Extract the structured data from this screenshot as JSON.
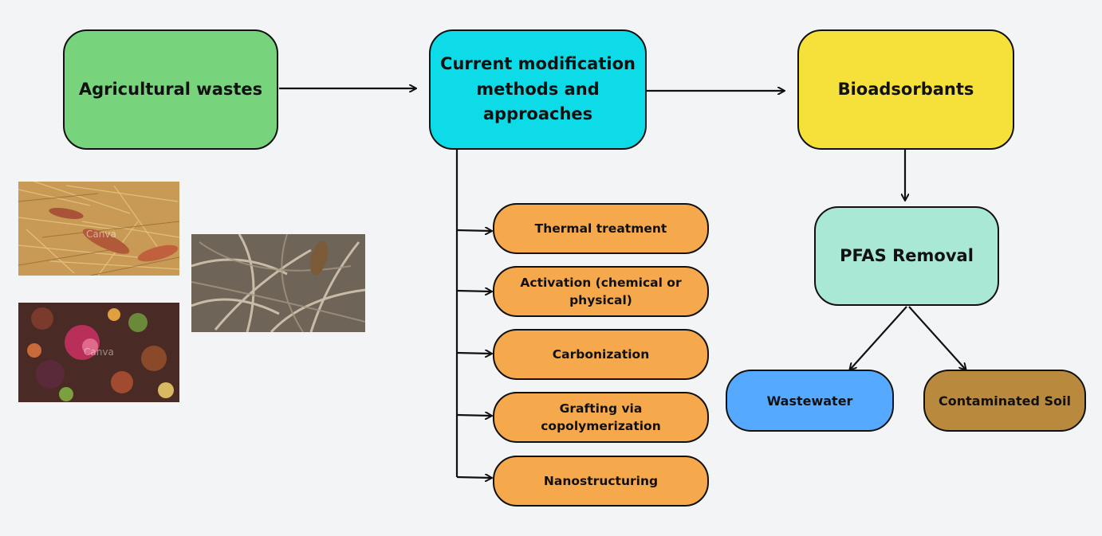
{
  "nodes": {
    "agricultural_wastes": "Agricultural wastes",
    "modification_methods": "Current modification methods and approaches",
    "bioadsorbants": "Bioadsorbants",
    "pfas_removal": "PFAS Removal",
    "wastewater": "Wastewater",
    "contaminated_soil": "Contaminated Soil"
  },
  "methods": [
    "Thermal treatment",
    "Activation (chemical or physical)",
    "Carbonization",
    "Grafting via copolymerization",
    "Nanostructuring"
  ],
  "colors": {
    "agricultural_wastes": "#77d37c",
    "modification_methods": "#0ddce8",
    "bioadsorbants": "#f6e03a",
    "pfas_removal": "#a8e8d5",
    "methods": "#f6a84c",
    "wastewater": "#55aaff",
    "contaminated_soil": "#b98a3e",
    "background": "#f3f4f6"
  },
  "images": [
    {
      "name": "straw-and-corncobs-photo",
      "watermark": "Canva"
    },
    {
      "name": "dry-leaves-and-pine-cone-photo"
    },
    {
      "name": "food-scraps-compost-photo",
      "watermark": "Canva"
    }
  ]
}
